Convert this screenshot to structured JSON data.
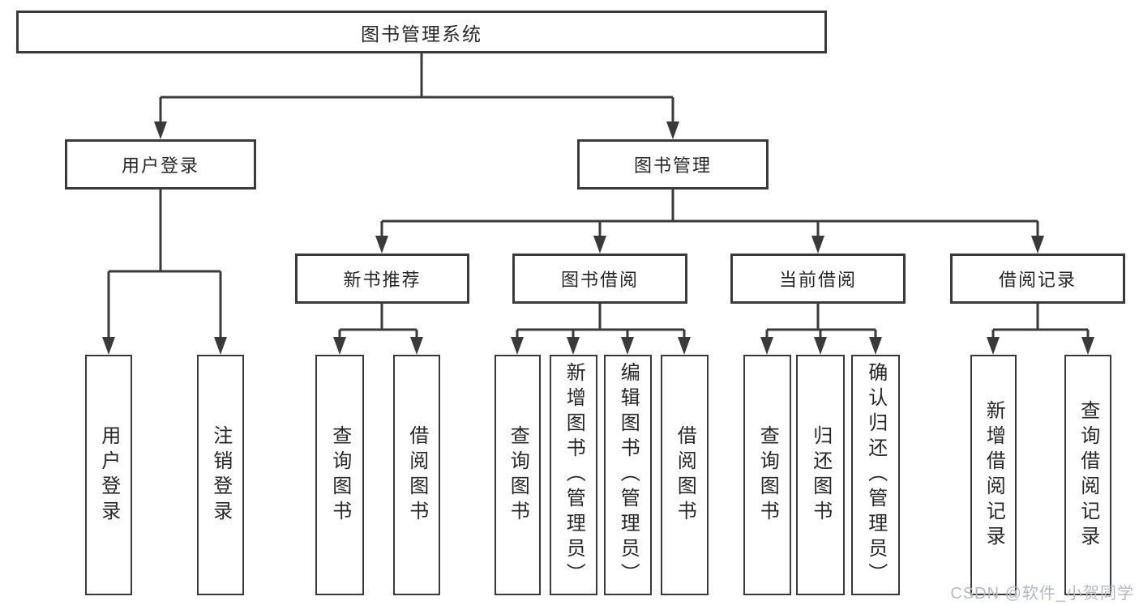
{
  "diagram": {
    "root": "图书管理系统",
    "level2": [
      {
        "label": "用户登录",
        "children": [
          "用户登录",
          "注销登录"
        ]
      },
      {
        "label": "图书管理"
      }
    ],
    "level3": [
      {
        "label": "新书推荐",
        "children": [
          "查询图书",
          "借阅图书"
        ]
      },
      {
        "label": "图书借阅",
        "children": [
          "查询图书",
          "新增图书（管理员）",
          "编辑图书（管理员）",
          "借阅图书"
        ]
      },
      {
        "label": "当前借阅",
        "children": [
          "查询图书",
          "归还图书",
          "确认归还（管理员）"
        ]
      },
      {
        "label": "借阅记录",
        "children": [
          "新增借阅记录",
          "查询借阅记录"
        ]
      }
    ]
  },
  "watermark": "CSDN @软件_小贺同学",
  "colors": {
    "line": "#3a3a3a",
    "box_border": "#3a3a3a",
    "text": "#262626",
    "watermark": "#b5b8bf",
    "background": "#ffffff"
  }
}
